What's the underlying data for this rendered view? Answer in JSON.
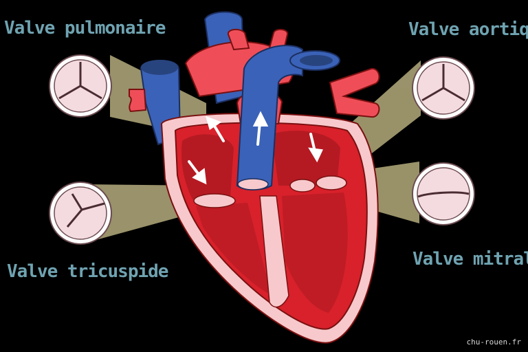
{
  "labels": {
    "pulmonary": "Valve pulmonaire",
    "aortic": "Valve aortique",
    "tricuspid": "Valve tricuspide",
    "mitral": "Valve mitrale"
  },
  "credit": "chu-rouen.fr",
  "colors": {
    "label_text": "#6fa3b1",
    "background": "#000000",
    "muscle_red": "#d8212b",
    "artery_red": "#ef4e59",
    "vein_blue": "#3a62b8",
    "pericardium_pink": "#f7c9cc",
    "highlight_yellow": "#fff4b0",
    "valve_disc": "#f4dbe0"
  },
  "icons": {
    "pulmonary": "pulmonary-valve-icon",
    "aortic": "aortic-valve-icon",
    "tricuspid": "tricuspid-valve-icon",
    "mitral": "mitral-valve-icon"
  }
}
